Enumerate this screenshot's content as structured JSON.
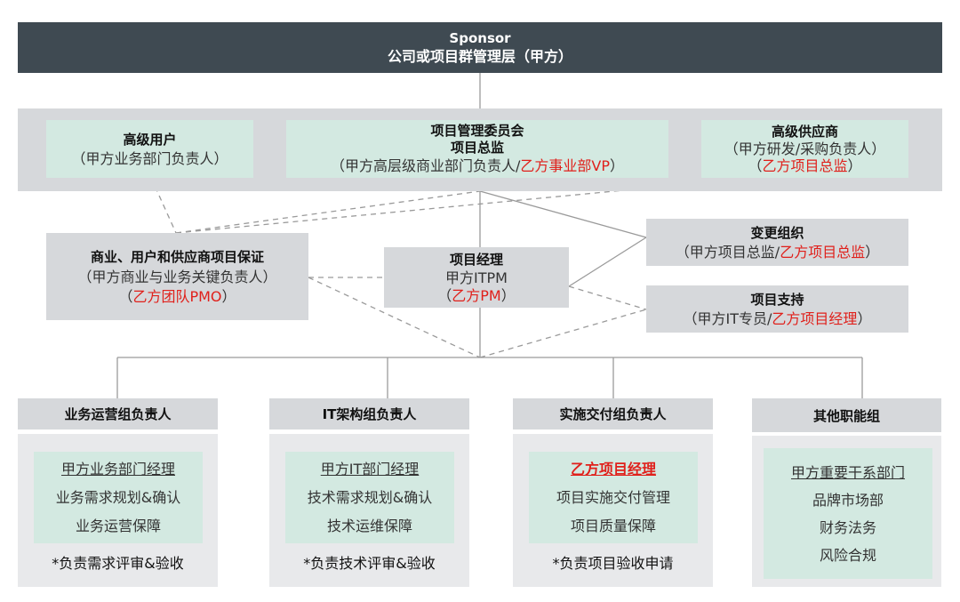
{
  "sponsor": {
    "line1": "Sponsor",
    "line2": "公司或项目群管理层（甲方）"
  },
  "board": {
    "senior_user": {
      "title": "高级用户",
      "desc": "（甲方业务部门负责人）"
    },
    "committee": {
      "title": "项目管理委员会",
      "subtitle": "项目总监",
      "desc_pre": "（甲方高层级商业部门负责人/",
      "desc_red": "乙方事业部VP",
      "desc_post": "）"
    },
    "senior_supplier": {
      "title": "高级供应商",
      "desc": "（甲方研发/采购负责人）",
      "desc_pre": "（",
      "desc_red": "乙方项目总监",
      "desc_post": "）"
    }
  },
  "assurance": {
    "title": "商业、用户和供应商项目保证",
    "desc": "（甲方商业与业务关键负责人）",
    "desc_pre": "（",
    "desc_red": "乙方团队PMO",
    "desc_post": "）"
  },
  "pm": {
    "title": "项目经理",
    "line2": "甲方ITPM",
    "pre": "（",
    "red": "乙方PM",
    "post": "）"
  },
  "change": {
    "title": "变更组织",
    "pre": "（甲方项目总监/",
    "red": "乙方项目总监",
    "post": "）"
  },
  "support": {
    "title": "项目支持",
    "pre": "（甲方IT专员/",
    "red": "乙方项目经理",
    "post": "）"
  },
  "groups": [
    {
      "header": "业务运营组负责人",
      "lead": "甲方业务部门经理",
      "items": [
        "业务需求规划&确认",
        "业务运营保障"
      ],
      "note": "*负责需求评审&验收"
    },
    {
      "header": "IT架构组负责人",
      "lead": "甲方IT部门经理",
      "items": [
        "技术需求规划&确认",
        "技术运维保障"
      ],
      "note": "*负责技术评审&验收"
    },
    {
      "header": "实施交付组负责人",
      "lead": "乙方项目经理",
      "items": [
        "项目实施交付管理",
        "项目质量保障"
      ],
      "note": "*负责项目验收申请"
    },
    {
      "header": "其他职能组",
      "lead": "甲方重要干系部门",
      "items": [
        "品牌市场部",
        "财务法务",
        "风险合规"
      ],
      "note": ""
    }
  ],
  "colors": {
    "dark": "#3f4a52",
    "grey": "#d6d8db",
    "mint": "#d3e9e1",
    "light": "#e8e9eb",
    "red": "#e0201b"
  }
}
